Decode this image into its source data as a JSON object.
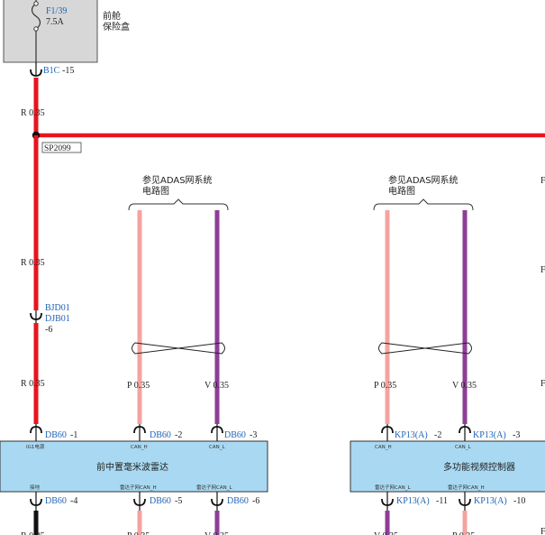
{
  "fuse": {
    "id": "F1/39",
    "rating": "7.5A",
    "box_label_1": "前舱",
    "box_label_2": "保险盒"
  },
  "top_connector": {
    "id": "B1C",
    "pin": "-15"
  },
  "wires": {
    "r035": "R 0.35",
    "p035": "P 0.35",
    "v035": "V 0.35"
  },
  "splice": "SP2099",
  "inline_connector": {
    "id1": "BJD01",
    "id2": "DJB01",
    "pin": "-6"
  },
  "refs": [
    {
      "line1": "参见ADAS网系统",
      "line2": "电路图"
    },
    {
      "line1": "参见ADAS网系统",
      "line2": "电路图"
    }
  ],
  "module1": {
    "name": "前中置毫米波雷达",
    "top_pins": [
      {
        "conn": "DB60",
        "pin": "-1",
        "func": "IG1电源"
      },
      {
        "conn": "DB60",
        "pin": "-2",
        "func": "CAN_H"
      },
      {
        "conn": "DB60",
        "pin": "-3",
        "func": "CAN_L"
      }
    ],
    "bottom_pins": [
      {
        "conn": "DB60",
        "pin": "-4",
        "func": "接地"
      },
      {
        "conn": "DB60",
        "pin": "-5",
        "func": "雷达子网CAN_H"
      },
      {
        "conn": "DB60",
        "pin": "-6",
        "func": "雷达子网CAN_L"
      }
    ]
  },
  "module2": {
    "name": "多功能视频控制器",
    "top_pins": [
      {
        "conn": "KP13(A)",
        "pin": "-2",
        "func": "CAN_H"
      },
      {
        "conn": "KP13(A)",
        "pin": "-3",
        "func": "CAN_L"
      }
    ],
    "bottom_pins": [
      {
        "conn": "KP13(A)",
        "pin": "-11",
        "func": "雷达子网CAN_L"
      },
      {
        "conn": "KP13(A)",
        "pin": "-10",
        "func": "雷达子网CAN_H"
      }
    ]
  },
  "colors": {
    "red": "#e8141e",
    "pink": "#f4a3a0",
    "violet": "#8e3d96",
    "black": "#111111",
    "module_fill": "#a9d9f2",
    "fuse_fill": "#d7d7d7",
    "label_blue": "#1f63b4"
  }
}
